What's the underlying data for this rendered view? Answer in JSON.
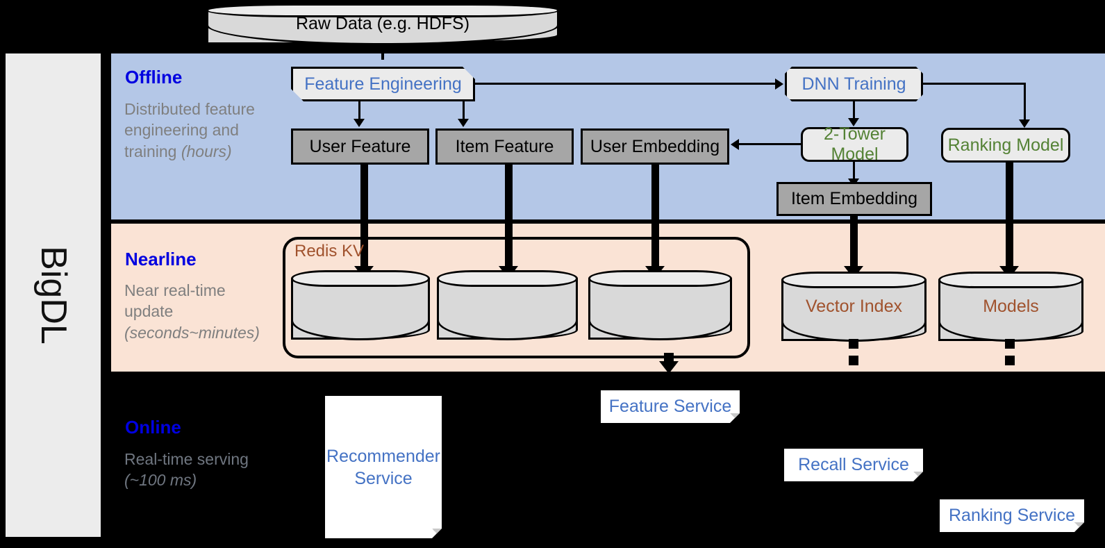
{
  "framework": {
    "name": "BigDL"
  },
  "source": {
    "label": "Raw Data (e.g. HDFS)"
  },
  "bands": {
    "offline": {
      "title": "Offline",
      "subtitle_main": "Distributed feature engineering and training ",
      "subtitle_italic": "(hours)"
    },
    "nearline": {
      "title": "Nearline",
      "subtitle_main": "Near real-time update ",
      "subtitle_italic": "(seconds~minutes)"
    },
    "online": {
      "title": "Online",
      "subtitle_main": "Real-time serving ",
      "subtitle_italic": "(~100 ms)"
    }
  },
  "offline_nodes": {
    "feature_engineering": "Feature Engineering",
    "dnn_training": "DNN Training",
    "user_feature": "User Feature",
    "item_feature": "Item Feature",
    "user_embedding": "User Embedding",
    "two_tower_model": "2-Tower Model",
    "ranking_model": "Ranking Model",
    "item_embedding": "Item Embedding"
  },
  "nearline_nodes": {
    "redis_kv": "Redis KV",
    "kv_store_1": "",
    "kv_store_2": "",
    "kv_store_3": "",
    "vector_index": "Vector Index",
    "models": "Models"
  },
  "online_nodes": {
    "recommender_service": "Recommender Service",
    "feature_service": "Feature Service",
    "recall_service": "Recall Service",
    "ranking_service": "Ranking Service"
  },
  "colors": {
    "offline_band": "#b4c7e7",
    "nearline_band": "#fae3d5",
    "online_band": "#000000",
    "band_title": "#0000e0",
    "band_subtitle": "#7f7f7f",
    "process_blue": "#4472c4",
    "model_green": "#548235",
    "store_brown": "#a0522d",
    "data_gray": "#a6a6a6",
    "cylinder_gray": "#d9d9d9",
    "framework_panel": "#ececec"
  }
}
